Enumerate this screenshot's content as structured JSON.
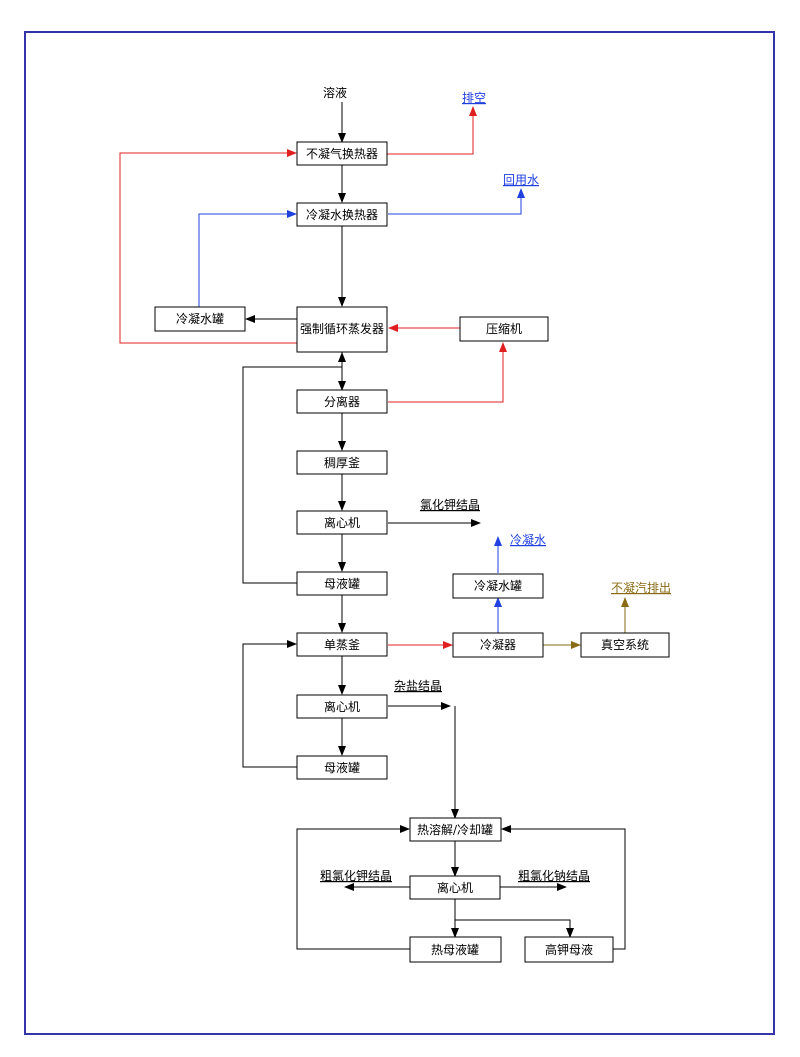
{
  "colors": {
    "frame": "#3333aa",
    "flow": "#000000",
    "gas": "#e02020",
    "water": "#2040e0",
    "exhaust": "#8a6a14"
  },
  "labels": {
    "input": "溶液",
    "vent": "排空",
    "reuse_water": "回用水",
    "kcl_crystal": "氯化钾结晶",
    "condensate": "冷凝水",
    "noncondensable_out": "不凝汽排出",
    "mixed_salt": "杂盐结晶",
    "crude_kcl": "粗氯化钾结晶",
    "crude_nacl": "粗氯化钠结晶"
  },
  "nodes": {
    "noncond_hx": "不凝气换热器",
    "condwater_hx": "冷凝水换热器",
    "condwater_tank": "冷凝水罐",
    "evaporator": "强制循环蒸发器",
    "compressor": "压缩机",
    "separator": "分离器",
    "thickener": "稠厚釜",
    "centrifuge1": "离心机",
    "mother_tank1": "母液罐",
    "condwater_tank2": "冷凝水罐",
    "single_evap": "单蒸釜",
    "condenser": "冷凝器",
    "vacuum": "真空系统",
    "centrifuge2": "离心机",
    "mother_tank2": "母液罐",
    "dissolve_cool": "热溶解/冷却罐",
    "centrifuge3": "离心机",
    "hot_mother": "热母液罐",
    "high_k_mother": "高钾母液"
  }
}
